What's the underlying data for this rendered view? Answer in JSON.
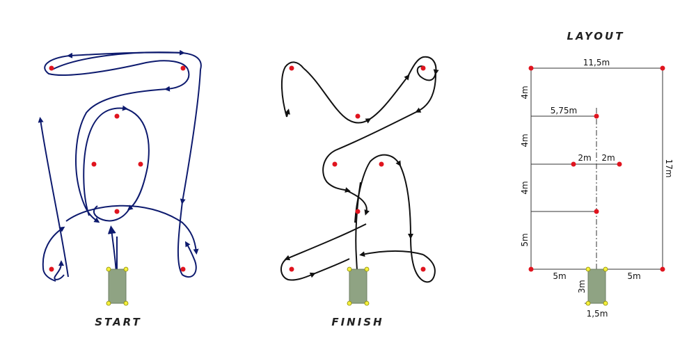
{
  "captions": {
    "start": "START",
    "finish": "FINISH",
    "layout": "LAYOUT"
  },
  "dimensions": {
    "total_width": "11,5m",
    "total_length": "17m",
    "first_gap": "4m",
    "second_gap": "4m",
    "third_gap": "4m",
    "fourth_gap": "5m",
    "half_width": "5,75m",
    "left_pair": "2m",
    "right_pair": "2m",
    "bottom_left": "5m",
    "bottom_right": "5m",
    "box_length": "3m",
    "box_width": "1,5m"
  },
  "colors": {
    "start_route": "#0d1a6e",
    "finish_route": "#111111",
    "cone": "#e0141e",
    "box_fill": "#8fa383",
    "box_corner": "#f5f03c"
  }
}
